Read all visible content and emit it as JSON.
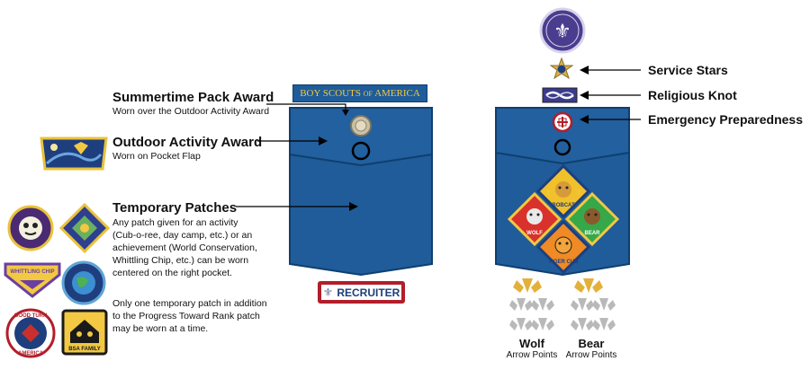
{
  "colors": {
    "uniform_blue": "#1f5c99",
    "uniform_dark": "#0f3f6f",
    "badge_gold": "#f3c842",
    "recruiter_red": "#b21e2a",
    "bobcat_yellow": "#f0c12a",
    "bear_green": "#37a84a",
    "wolf_red": "#d9312b",
    "tiger_orange": "#f08a24",
    "arrow_gold": "#e3b13a",
    "arrow_silver": "#b9b9b9"
  },
  "left": {
    "strip_text_main": "BOY SCOUTS",
    "strip_text_of": "OF",
    "strip_text_end": "AMERICA",
    "recruiter_label": "RECRUITER",
    "summertime": {
      "title": "Summertime Pack Award",
      "note": "Worn over the Outdoor Activity Award"
    },
    "outdoor": {
      "title": "Outdoor Activity Award",
      "note": "Worn on Pocket Flap"
    },
    "temporary": {
      "title": "Temporary Patches",
      "lines": [
        "Any patch given for an activity",
        "(Cub-o-ree, day camp, etc.) or an",
        "achievement (World Conservation,",
        "Whittling Chip, etc.) can be worn",
        "centered on the right pocket."
      ],
      "lines2": [
        "Only one temporary patch in addition",
        "to the Progress Toward Rank patch",
        "may be worn at a time."
      ],
      "patch_labels": {
        "whittling": "WHITTLING CHIP",
        "good_turn_top": "GOOD TURN",
        "good_turn_bottom": "AMERICA",
        "family": "BSA FAMILY"
      }
    }
  },
  "right": {
    "service_stars": "Service Stars",
    "religious_knot": "Religious Knot",
    "emergency": "Emergency Preparedness",
    "rank_labels": {
      "bobcat": "BOBCAT",
      "wolf": "WOLF",
      "bear": "BEAR",
      "tiger": "TIGER CUB"
    },
    "wolf": {
      "title": "Wolf",
      "sub": "Arrow Points"
    },
    "bear": {
      "title": "Bear",
      "sub": "Arrow Points"
    }
  }
}
